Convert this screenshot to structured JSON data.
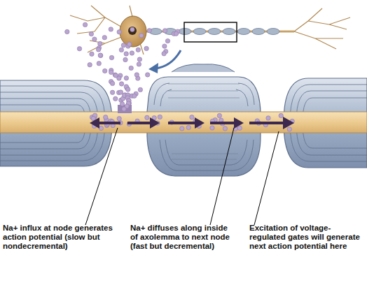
{
  "diagram": {
    "labels": [
      "Na+ influx at node generates action potential (slow but nondecremental)",
      "Na+ diffuses along inside of axolemma to next node (fast but decremental)",
      "Excitation of voltage-regulated gates will generate next action potential here"
    ]
  }
}
